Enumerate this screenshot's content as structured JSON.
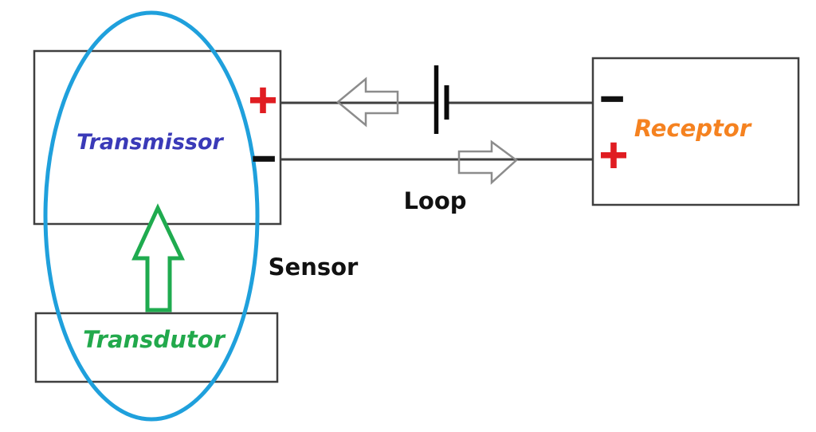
{
  "diagram": {
    "transmitter": {
      "label": "Transmissor",
      "top_terminal": "+",
      "bottom_terminal": "−"
    },
    "transducer": {
      "label": "Transdutor"
    },
    "receiver": {
      "label": "Receptor",
      "top_terminal": "−",
      "bottom_terminal": "+"
    },
    "sensor_label": "Sensor",
    "loop_label": "Loop",
    "icons": {
      "battery": "battery-cell-icon",
      "loop_arrow_left": "hollow-arrow-left-icon",
      "loop_arrow_right": "hollow-arrow-right-icon",
      "transducer_signal_arrow": "block-arrow-up-icon",
      "sensor_boundary": "ellipse-outline"
    },
    "colors": {
      "wire_and_boxes": "#3f3f3f",
      "battery_black": "#0a0a0a",
      "gray_arrow": "#8c8c8c",
      "sensor_ellipse_blue": "#1fa0dc",
      "transmitter_label_blue": "#3a3ab8",
      "transducer_label_green": "#22a94c",
      "signal_arrow_green": "#1fab4f",
      "receiver_label_orange": "#f58220",
      "plus_terminal_red": "#e01d22",
      "minus_terminal_black": "#111111",
      "annotation_black": "#111111"
    }
  }
}
